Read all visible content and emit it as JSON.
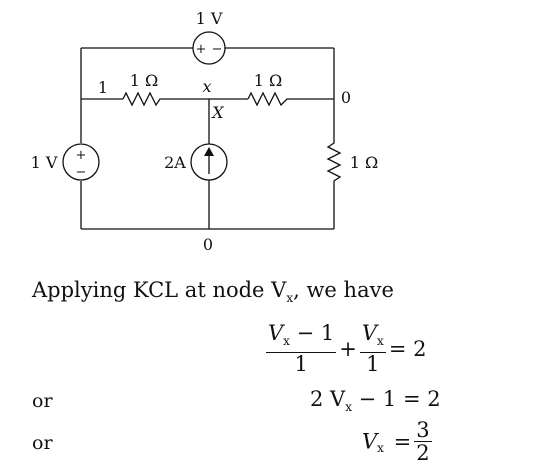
{
  "diagram": {
    "top_source_label": "1 V",
    "top_source_polarity_plus": "+",
    "top_source_polarity_minus": "−",
    "left_source_label": "1 V",
    "left_source_polarity_plus": "+",
    "left_source_polarity_minus": "−",
    "left_resistor_label": "1 Ω",
    "right_top_resistor_label": "1 Ω",
    "right_resistor_label": "1 Ω",
    "current_source_label": "2A",
    "node_left_label": "1",
    "node_x_label": "x",
    "node_X_label": "X",
    "node_right_label": "0",
    "ground_label": "0"
  },
  "text": {
    "intro": "Applying KCL at node V",
    "intro_sub": "x",
    "intro_tail": ", we have",
    "eq1_num1": "V",
    "eq1_num1_sub": "x",
    "eq1_num1_tail": " − 1",
    "eq1_den1": "1",
    "eq1_plus": "+",
    "eq1_num2": "V",
    "eq1_num2_sub": "x",
    "eq1_den2": "1",
    "eq1_rhs": "= 2",
    "or1": "or",
    "eq2_lhs_pre": "2 V",
    "eq2_sub": "x",
    "eq2_lhs_post": " − 1",
    "eq2_rhs": "= 2",
    "or2": "or",
    "eq3_lhs": "V",
    "eq3_sub": "x",
    "eq3_eq": "=",
    "eq3_num": "3",
    "eq3_den": "2"
  }
}
